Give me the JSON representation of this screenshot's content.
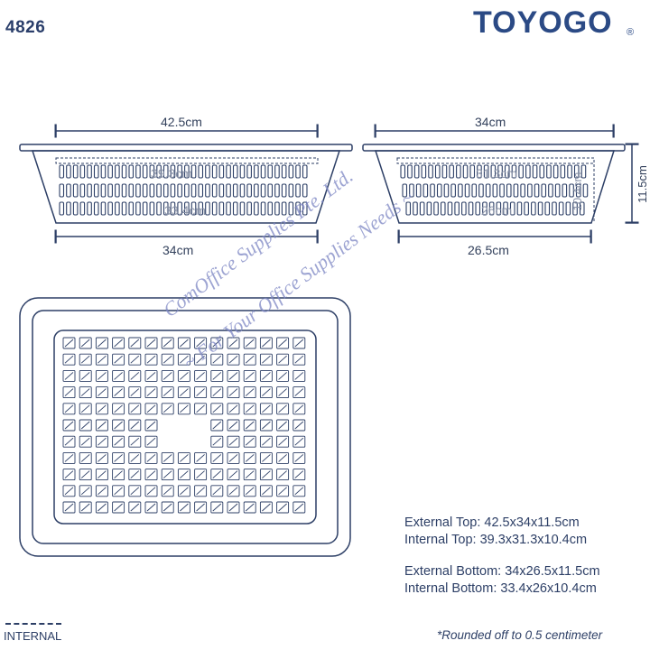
{
  "header": {
    "model": "4826",
    "brand": "TOYOGO",
    "registered": "®"
  },
  "side_view": {
    "top_width": "42.5cm",
    "inner_top_width": "39.3cm",
    "inner_bottom_width": "33.4cm",
    "bottom_width": "34cm"
  },
  "end_view": {
    "top_width": "34cm",
    "inner_top_width": "31.3cm",
    "inner_bottom_width": "26cm",
    "inner_height": "10.4cm",
    "height": "11.5cm",
    "bottom_width": "26.5cm"
  },
  "specs": {
    "external_top": "External Top: 42.5x34x11.5cm",
    "internal_top": "Internal Top: 39.3x31.3x10.4cm",
    "external_bottom": "External Bottom: 34x26.5x11.5cm",
    "internal_bottom": "Internal Bottom: 33.4x26x10.4cm"
  },
  "legend": {
    "internal_label": "INTERNAL"
  },
  "footnote": "*Rounded off to 0.5 centimeter",
  "watermark": {
    "line1": "ComOffice Supplies Pte. Ltd.",
    "line2": "~ For Your Office Supplies Needs ~"
  },
  "colors": {
    "line": "#2d3f66",
    "brand": "#2b4a85",
    "watermark": "#7d86c4"
  }
}
